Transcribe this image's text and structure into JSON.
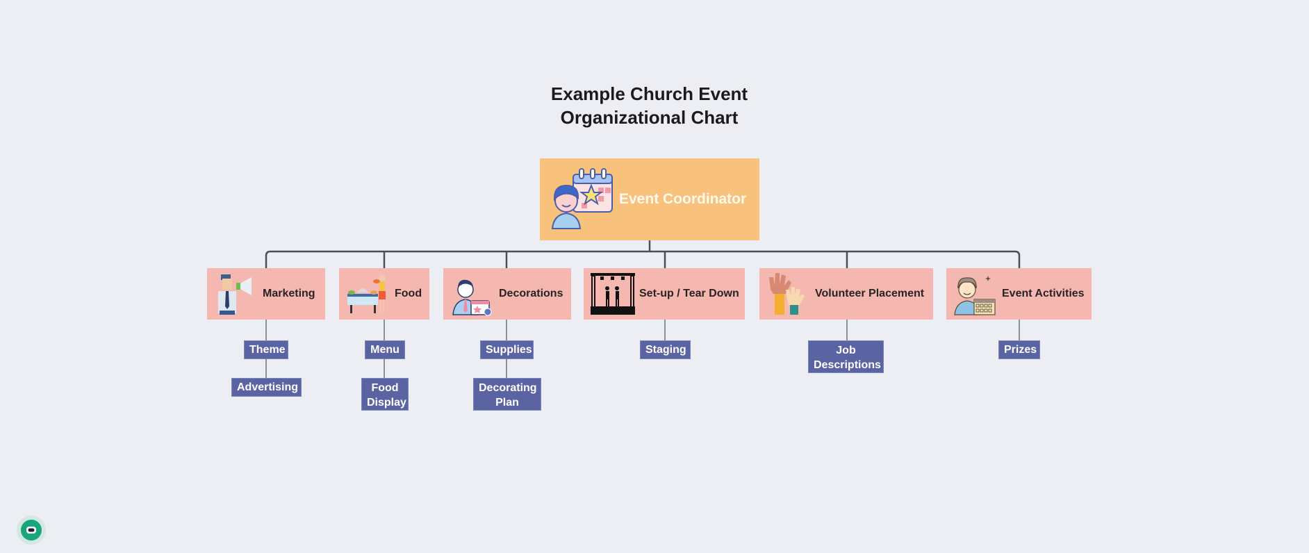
{
  "title_line1": "Example Church Event",
  "title_line2": "Organizational Chart",
  "root": {
    "label": "Event Coordinator",
    "icon": "coordinator-calendar-icon",
    "color": "#f8c17c"
  },
  "departments": [
    {
      "label": "Marketing",
      "icon": "megaphone-person-icon",
      "children": [
        "Theme",
        "Advertising"
      ]
    },
    {
      "label": "Food",
      "icon": "food-buffet-icon",
      "children": [
        "Menu",
        "Food Display"
      ]
    },
    {
      "label": "Decorations",
      "icon": "person-calendar-icon",
      "children": [
        "Supplies",
        "Decorating Plan"
      ]
    },
    {
      "label": "Set-up / Tear Down",
      "icon": "stage-icon",
      "children": [
        "Staging"
      ]
    },
    {
      "label": "Volunteer Placement",
      "icon": "raised-hands-icon",
      "children": [
        "Job Descriptions"
      ]
    },
    {
      "label": "Event Activities",
      "icon": "person-schedule-icon",
      "children": [
        "Prizes"
      ]
    }
  ],
  "colors": {
    "department": "#f5b8b0",
    "leaf": "#5b64a3",
    "line": "#4a4d57",
    "background": "#eceef4"
  },
  "assistant_icon": "chatbot-icon"
}
